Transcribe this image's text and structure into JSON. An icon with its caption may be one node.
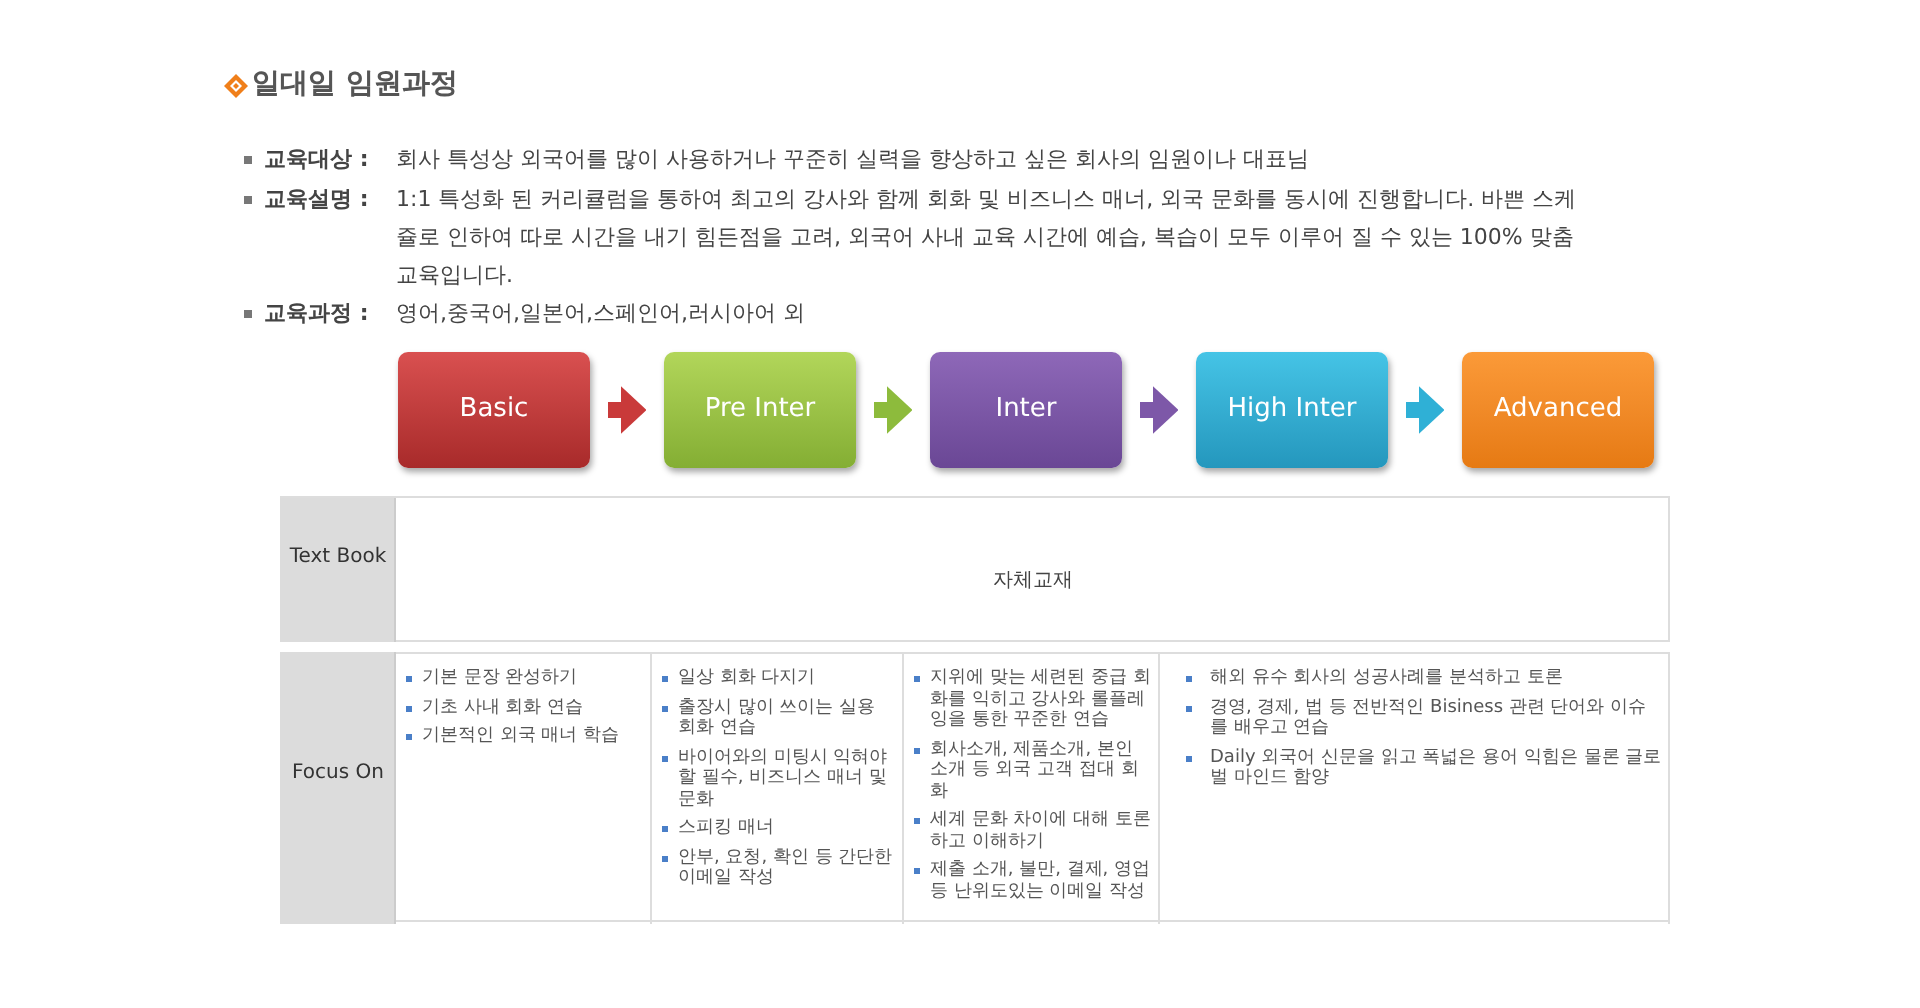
{
  "diagram": {
    "title": "일대일 임원과정",
    "nodes": [
      {
        "text": [
          "Basic"
        ]
      },
      {
        "text": [
          "Pre Inter"
        ]
      },
      {
        "text": [
          "Inter"
        ]
      },
      {
        "text": [
          "High Inter"
        ]
      },
      {
        "text": [
          "Advanced"
        ]
      }
    ],
    "edges": [
      {
        "from": 0,
        "to": 1,
        "arrow": "to",
        "color": "#c93a3a"
      },
      {
        "from": 1,
        "to": 2,
        "arrow": "to",
        "color": "#8dbb3c"
      },
      {
        "from": 2,
        "to": 3,
        "arrow": "to",
        "color": "#7d58a8"
      },
      {
        "from": 3,
        "to": 4,
        "arrow": "to",
        "color": "#2fb0d6"
      }
    ],
    "labels": [
      "교육대상 :",
      "회사 특성상 외국어를 많이 사용하거나 꾸준히 실력을 향상하고 싶은 회사의 임원이나 대표님",
      "교육설명 :",
      "1:1 특성화 된 커리큘럼을 통하여 최고의 강사와 함께 회화 및 비즈니스 매너, 외국 문화를 동시에 진행합니다. 바쁜 스케쥴로 인하여 따로 시간을 내기 힘든점을 고려, 외국어 사내 교육 시간에 예습, 복습이 모두 이루어 질 수 있는 100% 맞춤 교육입니다.",
      "교육과정 :",
      "영어,중국어,일본어,스페인어,러시아어 외",
      "Text Book",
      "자체교재",
      "Focus On",
      "기본 문장 완성하기",
      "기초 사내 회화 연습",
      "기본적인 외국 매너 학습",
      "일상 회화 다지기",
      "출장시 많이 쓰이는 실용 회화 연습",
      "바이어와의 미팅시 익혀야 할 필수, 비즈니스 매너 및 문화",
      "스피킹 매너",
      "안부, 요청, 확인 등 간단한 이메일 작성",
      "지위에 맞는 세련된 중급 회화를 익히고 강사와 롤플레잉을 통한 꾸준한 연습",
      "회사소개, 제품소개, 본인 소개 등 외국 고객 접대 회화",
      "세계 문화 차이에 대해 토론하고 이해하기",
      "제출 소개, 불만, 결제, 영업 등 난위도있는 이메일 작성",
      "해외 유수 회사의 성공사례를 분석하고 토론",
      "경영, 경제, 법 등 전반적인 Bisiness 관련 단어와 이슈를 배우고 연습",
      "Daily 외국어 신문을 읽고 폭넓은 용어 익힘은 물론 글로벌 마인드 함양"
    ]
  }
}
